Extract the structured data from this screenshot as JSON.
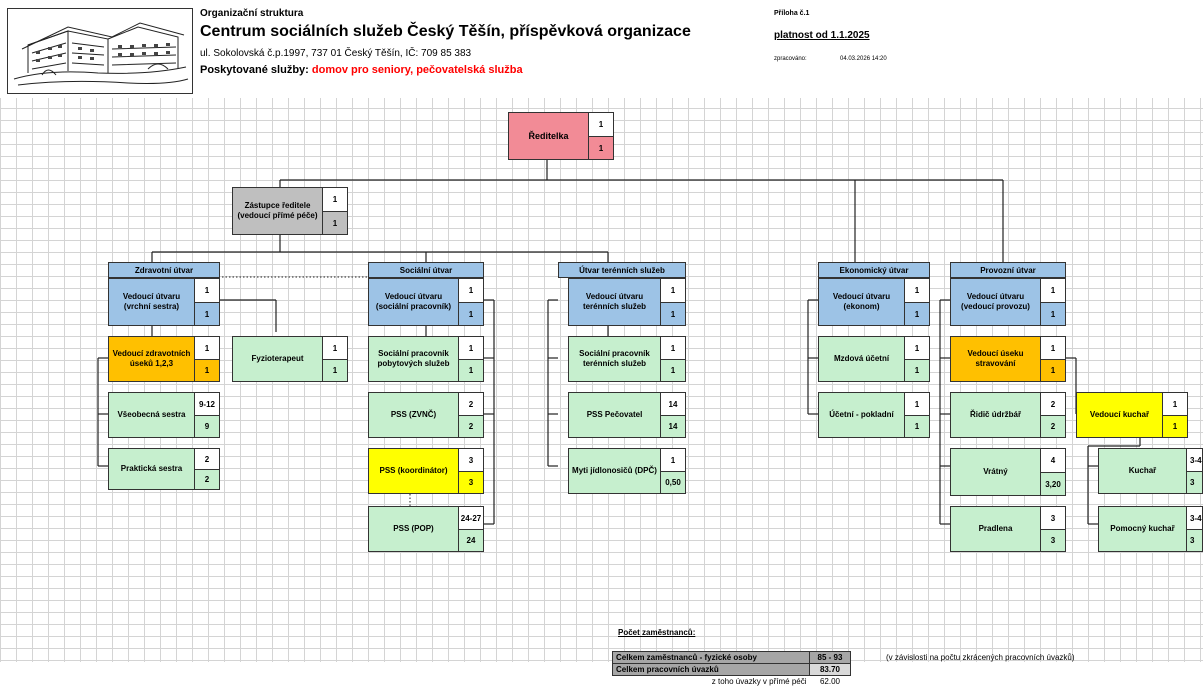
{
  "header": {
    "label": "Organizační struktura",
    "title": "Centrum sociálních služeb Český Těšín, příspěvková organizace",
    "address": "ul. Sokolovská č.p.1997, 737 01 Český Těšín, IČ: 709 85 383",
    "services_label": "Poskytované služby:",
    "services_value": "domov pro seniory, pečovatelská služba",
    "annex": "Příloha č.1",
    "validity": "platnost od 1.1.2025",
    "processed_label": "zpracováno:",
    "processed_value": "04.03.2026 14:20"
  },
  "colors": {
    "pink": "#f28b96",
    "gray": "#bfbfbf",
    "blue": "#9dc3e6",
    "green": "#c6efce",
    "orange": "#ffc000",
    "yellow": "#ffff00",
    "red_text": "#ff0000"
  },
  "nodes": {
    "director": {
      "name": "Ředitelka",
      "v1": "1",
      "v2": "1"
    },
    "deputy": {
      "name": "Zástupce ředitele (vedoucí přímé péče)",
      "v1": "1",
      "v2": "1"
    },
    "zdrav_head": {
      "name": "Vedoucí útvaru (vrchní sestra)",
      "v1": "1",
      "v2": "1"
    },
    "zdrav_sections": {
      "name": "Vedoucí zdravotních úseků 1,2,3",
      "v1": "1",
      "v2": "1"
    },
    "physio": {
      "name": "Fyzioterapeut",
      "v1": "1",
      "v2": "1"
    },
    "gen_nurse": {
      "name": "Všeobecná sestra",
      "v1": "9-12",
      "v2": "9"
    },
    "prac_nurse": {
      "name": "Praktická sestra",
      "v1": "2",
      "v2": "2"
    },
    "soc_head": {
      "name": "Vedoucí útvaru (sociální pracovník)",
      "v1": "1",
      "v2": "1"
    },
    "soc_worker": {
      "name": "Sociální pracovník pobytových služeb",
      "v1": "1",
      "v2": "1"
    },
    "pss_zvnc": {
      "name": "PSS (ZVNČ)",
      "v1": "2",
      "v2": "2"
    },
    "pss_koord": {
      "name": "PSS (koordinátor)",
      "v1": "3",
      "v2": "3"
    },
    "pss_pop": {
      "name": "PSS (POP)",
      "v1": "24-27",
      "v2": "24"
    },
    "ter_head": {
      "name": "Vedoucí útvaru terénních služeb",
      "v1": "1",
      "v2": "1"
    },
    "ter_worker": {
      "name": "Sociální pracovník terénních služeb",
      "v1": "1",
      "v2": "1"
    },
    "pss_pec": {
      "name": "PSS Pečovatel",
      "v1": "14",
      "v2": "14"
    },
    "dish": {
      "name": "Myti jídlonosičů (DPČ)",
      "v1": "1",
      "v2": "0,50"
    },
    "eko_head": {
      "name": "Vedoucí útvaru (ekonom)",
      "v1": "1",
      "v2": "1"
    },
    "payroll": {
      "name": "Mzdová účetní",
      "v1": "1",
      "v2": "1"
    },
    "cashier": {
      "name": "Účetní - pokladní",
      "v1": "1",
      "v2": "1"
    },
    "prov_head": {
      "name": "Vedoucí útvaru (vedoucí provozu)",
      "v1": "1",
      "v2": "1"
    },
    "kitchen_head": {
      "name": "Vedoucí úseku stravování",
      "v1": "1",
      "v2": "1"
    },
    "driver": {
      "name": "Řidič údržbář",
      "v1": "2",
      "v2": "2"
    },
    "porter": {
      "name": "Vrátný",
      "v1": "4",
      "v2": "3,20"
    },
    "laundry": {
      "name": "Pradlena",
      "v1": "3",
      "v2": "3"
    },
    "head_cook": {
      "name": "Vedoucí kuchař",
      "v1": "1",
      "v2": "1"
    },
    "cook": {
      "name": "Kuchař",
      "v1": "3-4",
      "v2": "3"
    },
    "aux_cook": {
      "name": "Pomocný kuchař",
      "v1": "3-4",
      "v2": "3"
    }
  },
  "departments": {
    "zdrav": "Zdravotní útvar",
    "soc": "Sociální útvar",
    "ter": "Útvar terénních služeb",
    "eko": "Ekonomický útvar",
    "prov": "Provozní útvar"
  },
  "summary": {
    "title": "Počet zaměstnanců:",
    "row1_label": "Celkem zaměstnanců - fyzické osoby",
    "row1_value": "85 - 93",
    "row1_note": "(v závislosti na počtu zkrácených pracovních úvazků)",
    "row2_label": "Celkem pracovních úvazků",
    "row2_value": "83.70",
    "row3_label": "z toho úvazky v přímé péči",
    "row3_value": "62.00"
  }
}
